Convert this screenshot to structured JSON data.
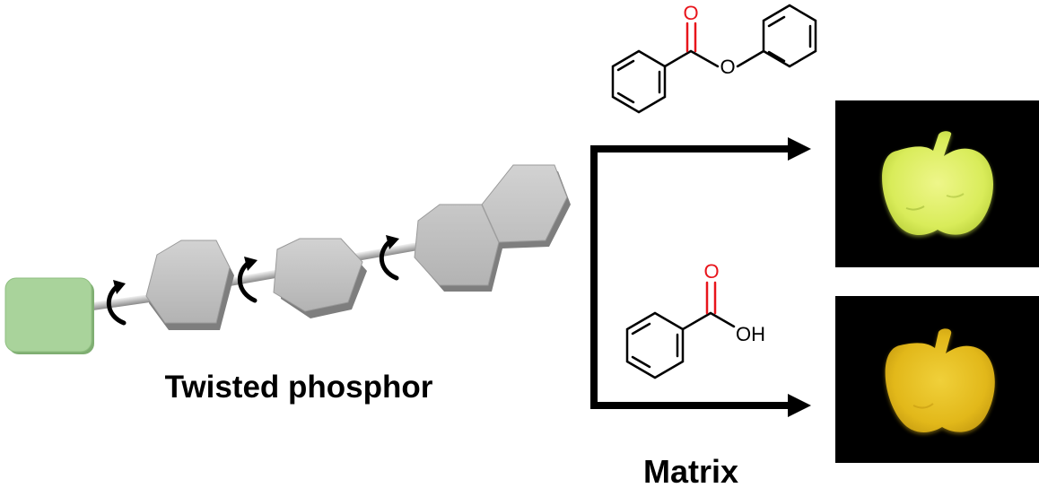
{
  "labels": {
    "phosphor": "Twisted phosphor",
    "matrix": "Matrix"
  },
  "molecules": {
    "ester": {
      "carbonyl_o": "O",
      "ester_o": "O"
    },
    "acid": {
      "carbonyl_o": "O",
      "hydroxyl": "OH"
    }
  },
  "colors": {
    "terminal_block": "#a9d39b",
    "hexagon": "#c4c4c4",
    "carbonyl_bond": "#e8141b",
    "glow_top": "#e6f27a",
    "glow_bottom": "#e9c21e",
    "photo_bg": "#000000"
  }
}
